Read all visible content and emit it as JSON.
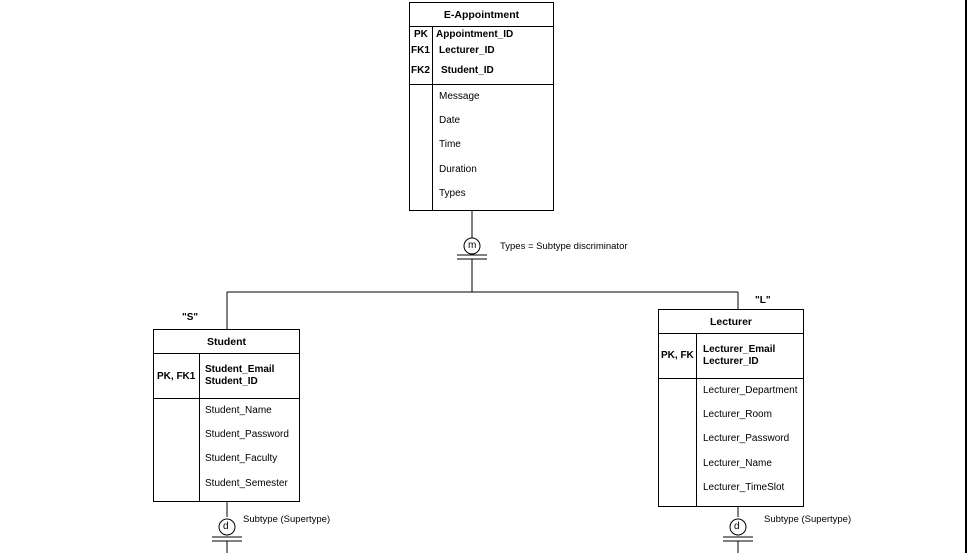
{
  "appointment": {
    "title": "E-Appointment",
    "key_types": [
      "PK",
      "FK1",
      "FK2"
    ],
    "key_fields": [
      "Appointment_ID",
      "Lecturer_ID",
      "Student_ID"
    ],
    "attributes": [
      "Message",
      "Date",
      "Time",
      "Duration",
      "Types"
    ]
  },
  "discriminator": {
    "symbol": "m",
    "note": "Types = Subtype discriminator"
  },
  "student": {
    "code": "\"S\"",
    "title": "Student",
    "key_type": "PK, FK1",
    "key_fields": [
      "Student_Email",
      "Student_ID"
    ],
    "attributes": [
      "Student_Name",
      "Student_Password",
      "Student_Faculty",
      "Student_Semester"
    ],
    "sub_symbol": "d",
    "sub_note": "Subtype (Supertype)"
  },
  "lecturer": {
    "code": "\"L\"",
    "title": "Lecturer",
    "key_type": "PK, FK",
    "key_fields": [
      "Lecturer_Email",
      "Lecturer_ID"
    ],
    "attributes": [
      "Lecturer_Department",
      "Lecturer_Room",
      "Lecturer_Password",
      "Lecturer_Name",
      "Lecturer_TimeSlot"
    ],
    "sub_symbol": "d",
    "sub_note": "Subtype (Supertype)"
  }
}
